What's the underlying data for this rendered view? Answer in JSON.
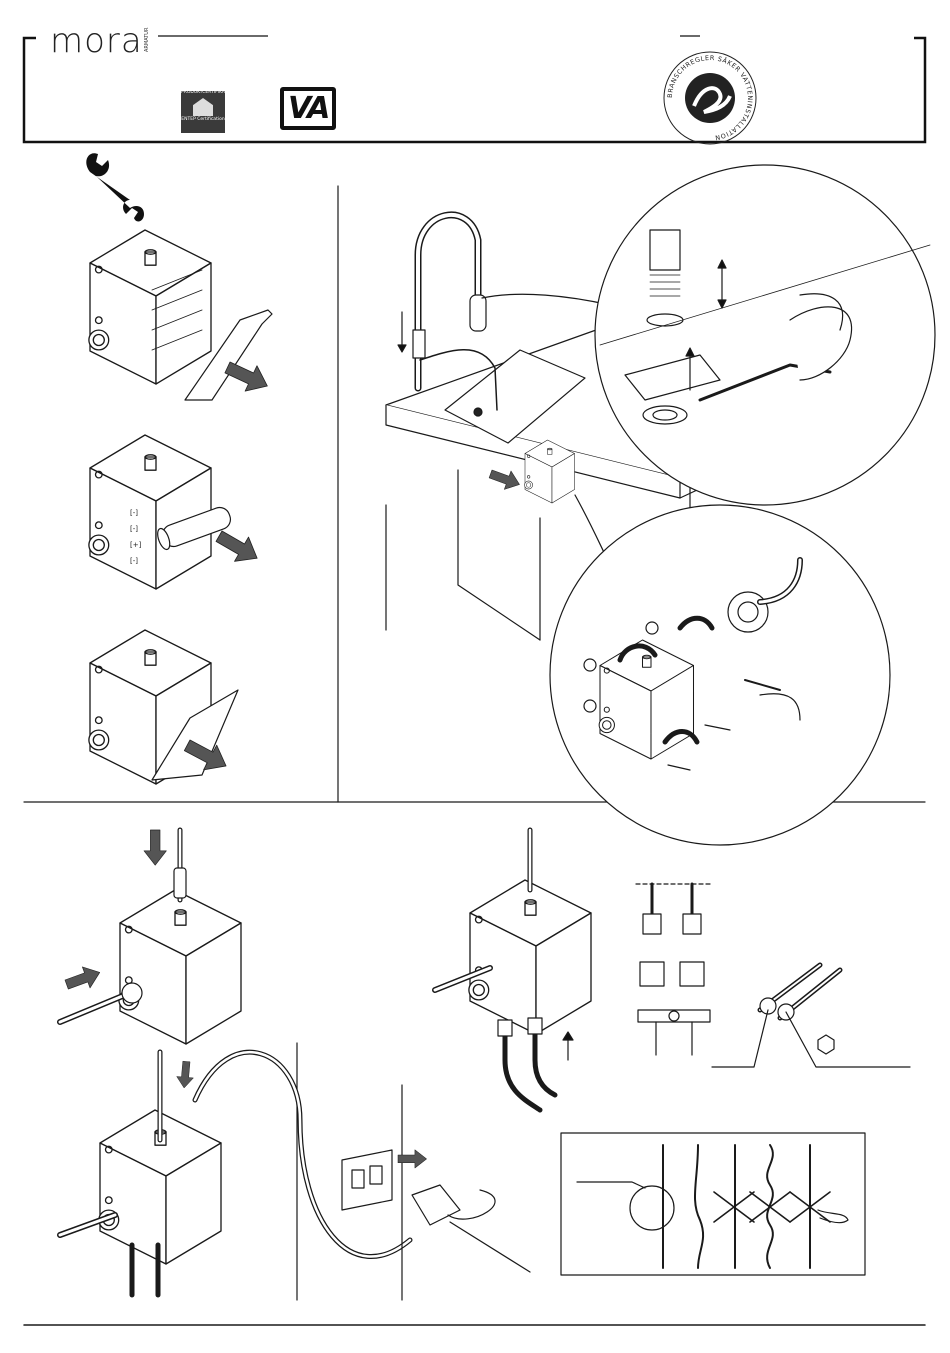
{
  "header": {
    "brand": {
      "wordmark": "mora",
      "submark": "ARMATUR"
    },
    "certification": {
      "top_text": "PRODUKTCERTIFIKAT",
      "bottom_text": "ENTEP Certification"
    },
    "va_logo_text": "VA",
    "seal_text": "BRANSCHREGLER SÄKER VATTENINSTALLATION"
  },
  "icons": {
    "tool": "wrench-icon",
    "insert_direction": "arrow-icon",
    "rotate_direction": "curved-arrow-icon",
    "forbidden": "cross-icon",
    "hex_nut": "hexagon-icon"
  },
  "colors": {
    "ink": "#1a1a1a",
    "arrow_fill": "#555555",
    "paper": "#ffffff"
  },
  "steps": [
    {
      "id": "open-cover"
    },
    {
      "id": "insert-battery"
    },
    {
      "id": "close-cover"
    },
    {
      "id": "mount-faucet"
    },
    {
      "id": "connect-hose"
    },
    {
      "id": "connect-water"
    },
    {
      "id": "connect-power"
    },
    {
      "id": "hose-bend-rules"
    }
  ]
}
